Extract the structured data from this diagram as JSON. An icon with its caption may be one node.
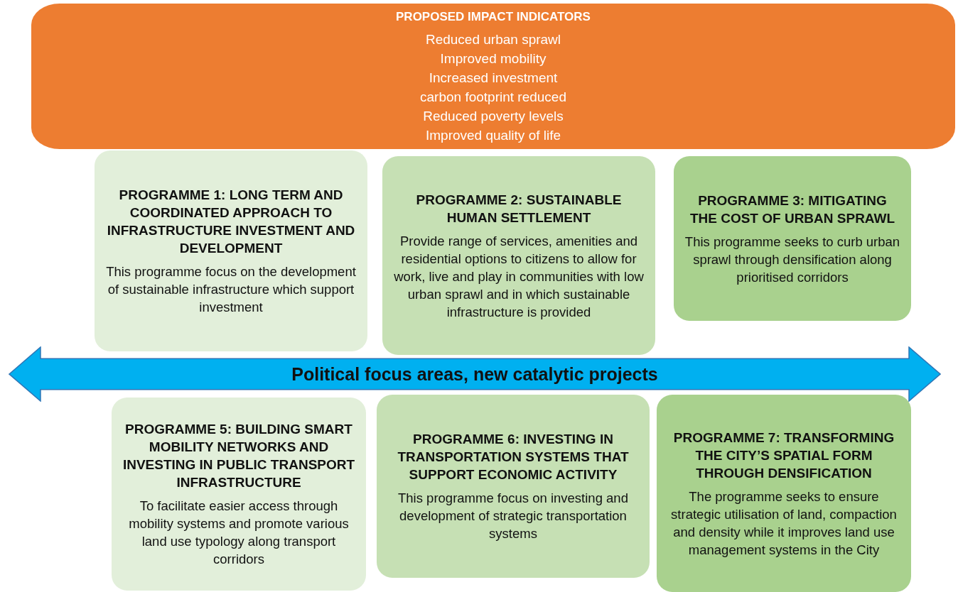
{
  "diagram": {
    "nodes": [
      {
        "text": [
          "PROPOSED IMPACT INDICATORS",
          "Reduced urban sprawl",
          "Improved mobility",
          "Increased investment",
          "carbon footprint reduced",
          "Reduced poverty levels",
          "Improved quality of life"
        ]
      },
      {
        "text": [
          "PROGRAMME 1: LONG TERM AND COORDINATED APPROACH TO INFRASTRUCTURE INVESTMENT AND DEVELOPMENT",
          "This programme focus on the development of sustainable infrastructure which support investment"
        ]
      },
      {
        "text": [
          "PROGRAMME 2: SUSTAINABLE HUMAN SETTLEMENT",
          "Provide range of services, amenities and residential options to citizens to allow for work, live and play in communities with low urban sprawl and in which sustainable infrastructure is provided"
        ]
      },
      {
        "text": [
          "PROGRAMME 3: MITIGATING THE COST OF URBAN SPRAWL",
          "This programme seeks to curb urban sprawl through densification along prioritised corridors"
        ]
      },
      {
        "text": [
          "Political focus areas, new catalytic projects"
        ]
      },
      {
        "text": [
          "PROGRAMME 5: BUILDING SMART MOBILITY NETWORKS AND INVESTING IN PUBLIC TRANSPORT INFRASTRUCTURE",
          "To facilitate easier access through mobility systems and promote various land use typology along transport corridors"
        ]
      },
      {
        "text": [
          "PROGRAMME 6: INVESTING IN TRANSPORTATION SYSTEMS THAT SUPPORT ECONOMIC ACTIVITY",
          "This programme focus on investing and development of strategic transportation systems"
        ]
      },
      {
        "text": [
          "PROGRAMME 7: TRANSFORMING THE CITY’S SPATIAL FORM THROUGH DENSIFICATION",
          "The programme seeks to ensure strategic utilisation of land, compaction and density while it improves land use management systems in the City"
        ]
      }
    ],
    "edges": []
  }
}
